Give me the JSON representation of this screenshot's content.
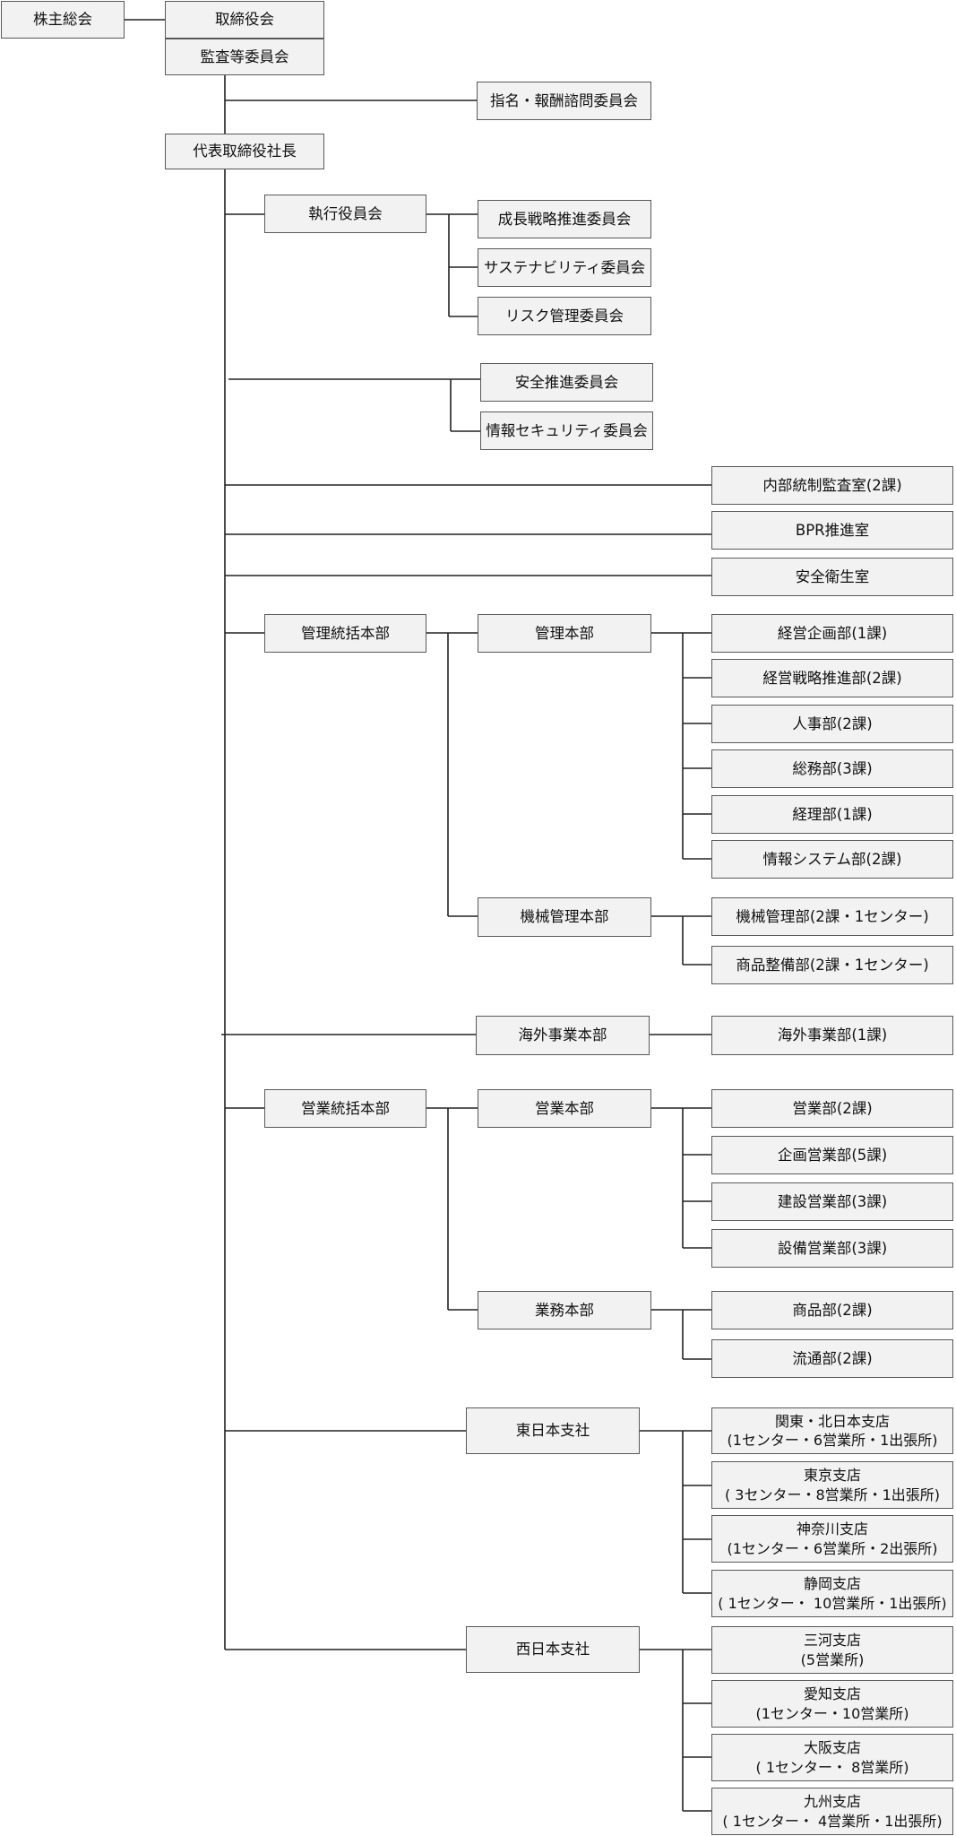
{
  "org_chart": {
    "shareholders_meeting": "株主総会",
    "board_of_directors": "取締役会",
    "audit_committee": "監査等委員会",
    "nomination_committee": "指名・報酬諮問委員会",
    "president": "代表取締役社長",
    "executive_committee": "執行役員会",
    "growth_strategy_committee": "成長戦略推進委員会",
    "sustainability_committee": "サステナビリティ委員会",
    "risk_management_committee": "リスク管理委員会",
    "safety_promotion_committee": "安全推進委員会",
    "info_security_committee": "情報セキュリティ委員会",
    "internal_control_audit": "内部統制監査室(2課)",
    "bpr_office": "BPR推進室",
    "safety_health_office": "安全衛生室",
    "admin_general_hq": "管理統括本部",
    "admin_hq": "管理本部",
    "corporate_planning": "経営企画部(1課)",
    "management_strategy": "経営戦略推進部(2課)",
    "hr": "人事部(2課)",
    "general_affairs": "総務部(3課)",
    "accounting": "経理部(1課)",
    "info_systems": "情報システム部(2課)",
    "machinery_admin_hq": "機械管理本部",
    "machinery_admin_dept": "機械管理部(2課・1センター)",
    "product_maintenance_dept": "商品整備部(2課・1センター)",
    "overseas_hq": "海外事業本部",
    "overseas_dept": "海外事業部(1課)",
    "sales_general_hq": "営業統括本部",
    "sales_hq": "営業本部",
    "sales_dept": "営業部(2課)",
    "planning_sales_dept": "企画営業部(5課)",
    "construction_sales_dept": "建設営業部(3課)",
    "equipment_sales_dept": "設備営業部(3課)",
    "operations_hq": "業務本部",
    "products_dept": "商品部(2課)",
    "distribution_dept": "流通部(2課)",
    "east_japan_branch": "東日本支社",
    "kanto_kitanihon": "関東・北日本支店\n(1センター・6営業所・1出張所)",
    "tokyo": "東京支店\n( 3センター・8営業所・1出張所)",
    "kanagawa": "神奈川支店\n(1センター・6営業所・2出張所)",
    "shizuoka": "静岡支店\n( 1センター・ 10営業所・1出張所)",
    "west_japan_branch": "西日本支社",
    "mikawa": "三河支店\n(5営業所)",
    "aichi": "愛知支店\n(1センター・10営業所)",
    "osaka": "大阪支店\n( 1センター・ 8営業所)",
    "kyushu": "九州支店\n( 1センター・ 4営業所・1出張所)"
  }
}
